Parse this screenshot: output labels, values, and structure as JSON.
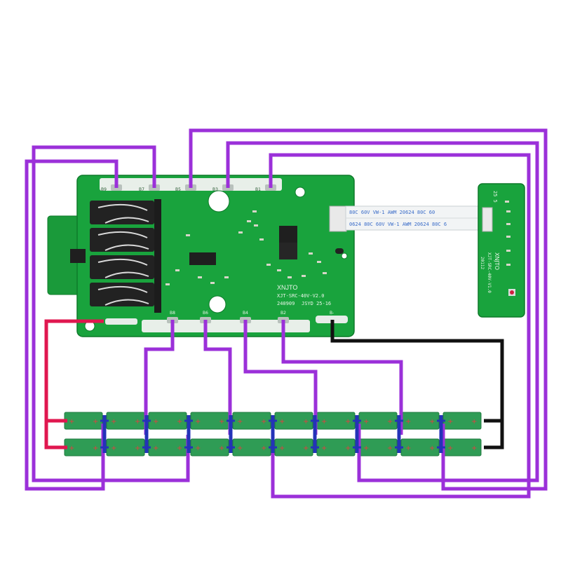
{
  "colors": {
    "background": "#ffffff",
    "board": "#18a03c",
    "board_dark": "#0e7a2a",
    "wire_balance": "#9b30d9",
    "wire_positive": "#e0174f",
    "wire_negative": "#111111",
    "wire_series": "#2433b8",
    "cell": "#2f9c55",
    "cell_mark": "#e04040",
    "ribbon": "#f2f4f5",
    "ribbon_text": "#3a6cc8"
  },
  "main_board": {
    "top_pad_labels": [
      "B9",
      "B7",
      "B5",
      "B3",
      "B1"
    ],
    "bottom_pad_labels": [
      "B8",
      "B6",
      "B4",
      "B2",
      "B-"
    ],
    "brand": "XNJTO",
    "model": "XJT-SRC-40V-V2.0",
    "lot": "240909",
    "date": "JSYD 25-16"
  },
  "ribbon_cable": {
    "line_top": [
      "80C",
      "60V",
      "VW-1",
      "AWM",
      "20624",
      "80C",
      "60"
    ],
    "line_bottom": [
      "0624",
      "80C",
      "60V",
      "VW-1",
      "AWM",
      "20624",
      "80C",
      "6"
    ]
  },
  "side_board": {
    "label": "XNJTO",
    "model": "XJT-SRC-40V-V1.0",
    "code": "20112",
    "small_text": "25 5"
  },
  "battery_pack": {
    "columns": 10,
    "rows": 2,
    "cell_marking": "+"
  }
}
